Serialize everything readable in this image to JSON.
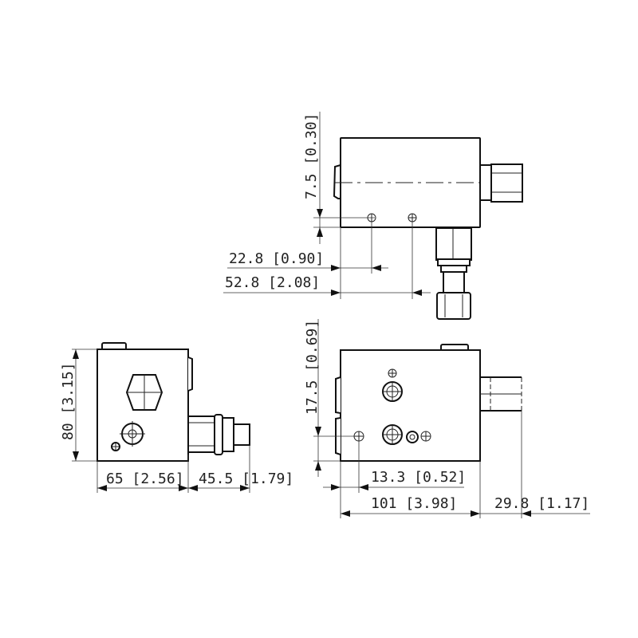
{
  "drawing": {
    "type": "dimensional drawing",
    "units": "mm [inch]",
    "views": [
      "top-view",
      "side-view",
      "front-view"
    ]
  },
  "dimensions": {
    "top_height": "7.5 [0.30]",
    "top_hole1": "22.8 [0.90]",
    "top_hole2": "52.8 [2.08]",
    "side_height": "80 [3.15]",
    "side_width": "65 [2.56]",
    "side_connector": "45.5 [1.79]",
    "front_height": "17.5 [0.69]",
    "front_hole": "13.3 [0.52]",
    "front_width": "101 [3.98]",
    "front_connector": "29.8 [1.17]"
  },
  "colors": {
    "line": "#111111",
    "background": "#ffffff"
  }
}
